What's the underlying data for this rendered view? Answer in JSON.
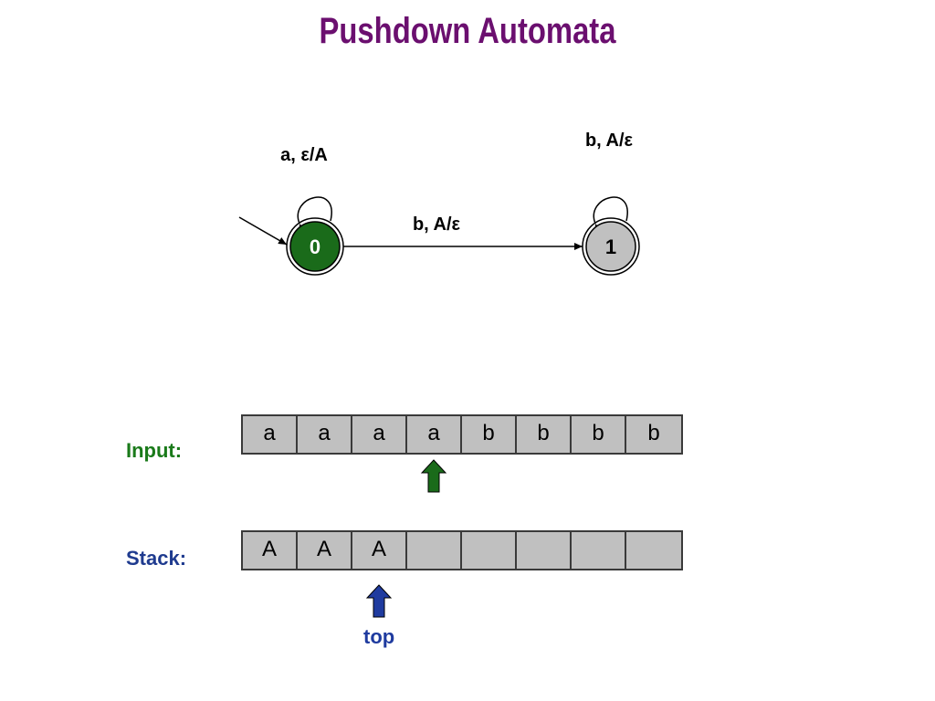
{
  "title": "Pushdown Automata",
  "colors": {
    "title": "#6b0f6f",
    "start_state_fill": "#1a6b1a",
    "state_fill": "#c0c0c0",
    "input_label": "#1a7a1a",
    "stack_label": "#1f3b8f",
    "input_pointer": "#1a6b1a",
    "stack_pointer": "#1f3b9f",
    "cell_fill": "#c0c0c0"
  },
  "states": [
    {
      "id": "0",
      "label": "0",
      "start": true
    },
    {
      "id": "1",
      "label": "1",
      "start": false
    }
  ],
  "transitions": {
    "self_loop_0": "a, ε/A",
    "edge_0_1": "b, A/ε",
    "self_loop_1": "b, A/ε"
  },
  "input": {
    "label": "Input:",
    "cells": [
      "a",
      "a",
      "a",
      "a",
      "b",
      "b",
      "b",
      "b"
    ],
    "pointer_index": 3
  },
  "stack": {
    "label": "Stack:",
    "cells": [
      "A",
      "A",
      "A",
      "",
      "",
      "",
      "",
      ""
    ],
    "pointer_index": 2,
    "pointer_label": "top"
  }
}
